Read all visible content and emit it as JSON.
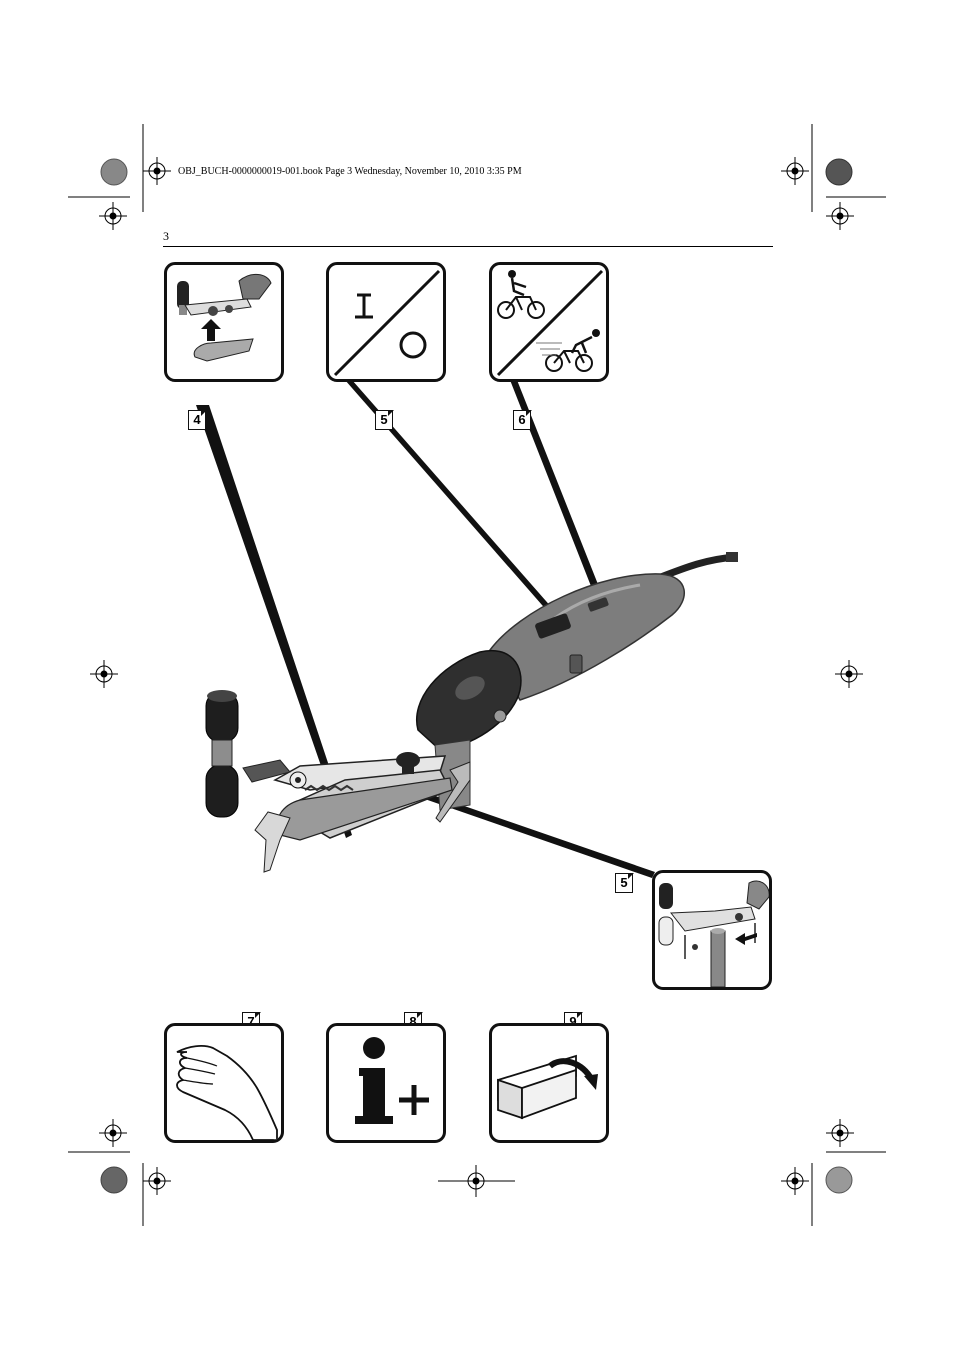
{
  "header": {
    "file_info": "OBJ_BUCH-0000000019-001.book  Page 3  Wednesday, November 10, 2010  3:35 PM"
  },
  "page": {
    "number": "3"
  },
  "figures": {
    "top_row": [
      {
        "label": "4",
        "icon": "belt-change-icon"
      },
      {
        "label": "5",
        "icon": "on-off-switch-icon"
      },
      {
        "label": "6",
        "icon": "speed-cyclist-icon"
      }
    ],
    "detail": {
      "label": "5",
      "icon": "belt-tension-lever-icon"
    },
    "bottom_row": [
      {
        "label": "7",
        "icon": "vibration-hand-icon"
      },
      {
        "label": "8",
        "icon": "information-plus-icon"
      },
      {
        "label": "9",
        "icon": "packaging-box-icon"
      }
    ]
  },
  "panel_symbols": {
    "on_symbol": "I",
    "off_symbol": "O"
  }
}
